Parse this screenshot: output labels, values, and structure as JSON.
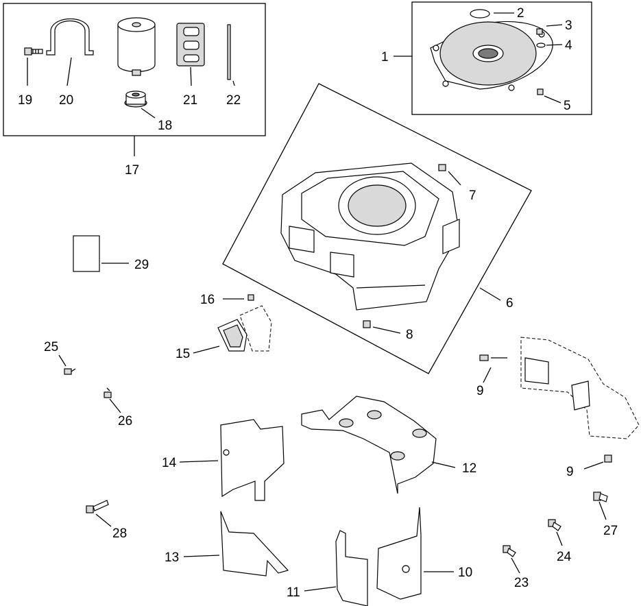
{
  "diagram": {
    "callouts": [
      "1",
      "2",
      "3",
      "4",
      "5",
      "6",
      "7",
      "8",
      "9",
      "9",
      "10",
      "11",
      "12",
      "13",
      "14",
      "15",
      "16",
      "17",
      "18",
      "19",
      "20",
      "21",
      "22",
      "23",
      "24",
      "25",
      "26",
      "27",
      "28",
      "29"
    ]
  }
}
